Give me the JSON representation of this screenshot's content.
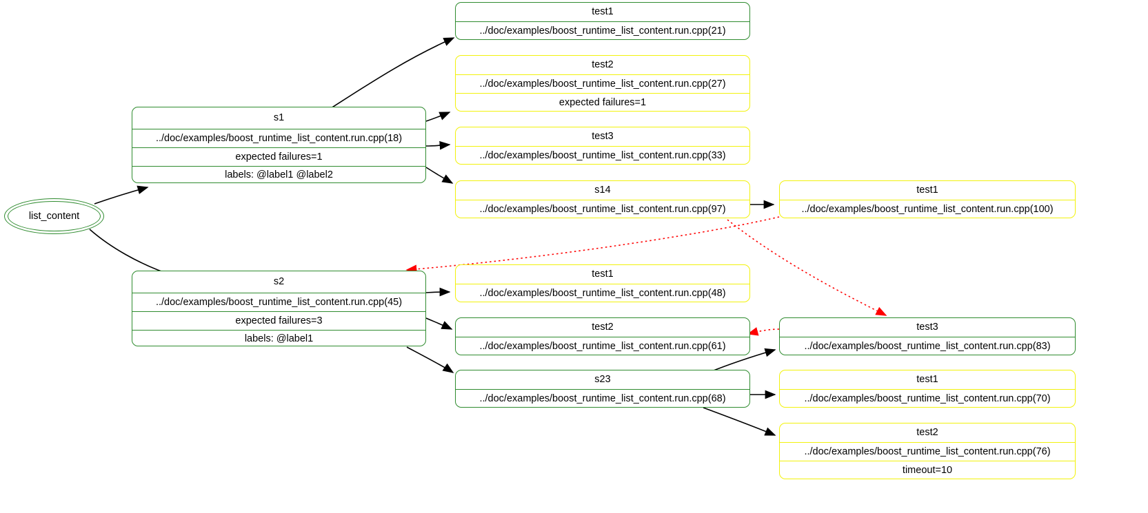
{
  "graph": {
    "title": "list_content",
    "legend": {
      "enabled_color": "#2e8b2e",
      "disabled_color": "#f2f20a",
      "edge_color": "#000000",
      "dependency_edge_color": "#ff0000"
    }
  },
  "root": {
    "label": "list_content",
    "shape": "doubleellipse",
    "color": "#2e8b2e"
  },
  "nodes": [
    {
      "id": "s1",
      "color": "#2e8b2e",
      "state": "enabled",
      "rows": [
        "s1",
        "../doc/examples/boost_runtime_list_content.run.cpp(18)",
        "expected failures=1",
        "labels: @label1 @label2"
      ]
    },
    {
      "id": "s1_test1",
      "color": "#2e8b2e",
      "state": "enabled",
      "rows": [
        "test1",
        "../doc/examples/boost_runtime_list_content.run.cpp(21)"
      ]
    },
    {
      "id": "s1_test2",
      "color": "#f2f20a",
      "state": "disabled",
      "rows": [
        "test2",
        "../doc/examples/boost_runtime_list_content.run.cpp(27)",
        "expected failures=1"
      ]
    },
    {
      "id": "s1_test3",
      "color": "#f2f20a",
      "state": "disabled",
      "rows": [
        "test3",
        "../doc/examples/boost_runtime_list_content.run.cpp(33)"
      ]
    },
    {
      "id": "s14",
      "color": "#f2f20a",
      "state": "disabled",
      "rows": [
        "s14",
        "../doc/examples/boost_runtime_list_content.run.cpp(97)"
      ]
    },
    {
      "id": "s14_test1",
      "color": "#f2f20a",
      "state": "disabled",
      "rows": [
        "test1",
        "../doc/examples/boost_runtime_list_content.run.cpp(100)"
      ]
    },
    {
      "id": "s2",
      "color": "#2e8b2e",
      "state": "enabled",
      "rows": [
        "s2",
        "../doc/examples/boost_runtime_list_content.run.cpp(45)",
        "expected failures=3",
        "labels: @label1"
      ]
    },
    {
      "id": "s2_test1",
      "color": "#f2f20a",
      "state": "disabled",
      "rows": [
        "test1",
        "../doc/examples/boost_runtime_list_content.run.cpp(48)"
      ]
    },
    {
      "id": "s2_test2",
      "color": "#2e8b2e",
      "state": "enabled",
      "rows": [
        "test2",
        "../doc/examples/boost_runtime_list_content.run.cpp(61)"
      ]
    },
    {
      "id": "s2_test3",
      "color": "#2e8b2e",
      "state": "enabled",
      "rows": [
        "test3",
        "../doc/examples/boost_runtime_list_content.run.cpp(83)"
      ]
    },
    {
      "id": "s23",
      "color": "#2e8b2e",
      "state": "enabled",
      "rows": [
        "s23",
        "../doc/examples/boost_runtime_list_content.run.cpp(68)"
      ]
    },
    {
      "id": "s23_test1",
      "color": "#f2f20a",
      "state": "disabled",
      "rows": [
        "test1",
        "../doc/examples/boost_runtime_list_content.run.cpp(70)"
      ]
    },
    {
      "id": "s23_test2",
      "color": "#f2f20a",
      "state": "disabled",
      "rows": [
        "test2",
        "../doc/examples/boost_runtime_list_content.run.cpp(76)",
        "timeout=10"
      ]
    }
  ],
  "edges": [
    {
      "from": "list_content",
      "to": "s1",
      "style": "solid"
    },
    {
      "from": "list_content",
      "to": "s2",
      "style": "solid"
    },
    {
      "from": "s1",
      "to": "s1_test1",
      "style": "solid"
    },
    {
      "from": "s1",
      "to": "s1_test2",
      "style": "solid"
    },
    {
      "from": "s1",
      "to": "s1_test3",
      "style": "solid"
    },
    {
      "from": "s1",
      "to": "s14",
      "style": "solid"
    },
    {
      "from": "s14",
      "to": "s14_test1",
      "style": "solid"
    },
    {
      "from": "s2",
      "to": "s2_test1",
      "style": "solid"
    },
    {
      "from": "s2",
      "to": "s2_test2",
      "style": "solid"
    },
    {
      "from": "s2",
      "to": "s23",
      "style": "solid"
    },
    {
      "from": "s23",
      "to": "s2_test3",
      "style": "solid"
    },
    {
      "from": "s23",
      "to": "s23_test1",
      "style": "solid"
    },
    {
      "from": "s23",
      "to": "s23_test2",
      "style": "solid"
    },
    {
      "from": "s14",
      "to": "s2_test3",
      "style": "dotted"
    },
    {
      "from": "s14_test1",
      "to": "s2",
      "style": "dotted"
    },
    {
      "from": "s2_test3",
      "to": "s2_test2",
      "style": "dotted"
    }
  ]
}
